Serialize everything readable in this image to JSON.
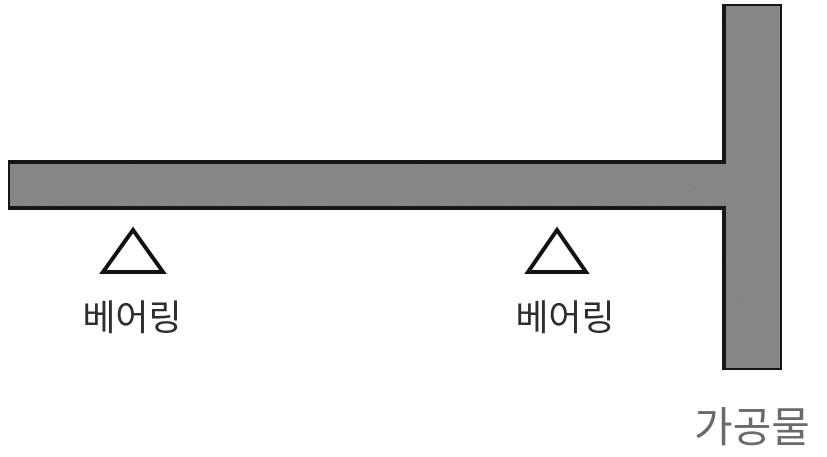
{
  "diagram": {
    "bearing_left_label": "베어링",
    "bearing_right_label": "베어링",
    "workpiece_label": "가공물",
    "colors": {
      "shaft_fill": "#8c8c8c",
      "shaft_stroke": "#1a1a1a",
      "triangle_stroke": "#111111",
      "label_text": "#2e2e2e",
      "workpiece_text": "#6a6a6a"
    }
  }
}
